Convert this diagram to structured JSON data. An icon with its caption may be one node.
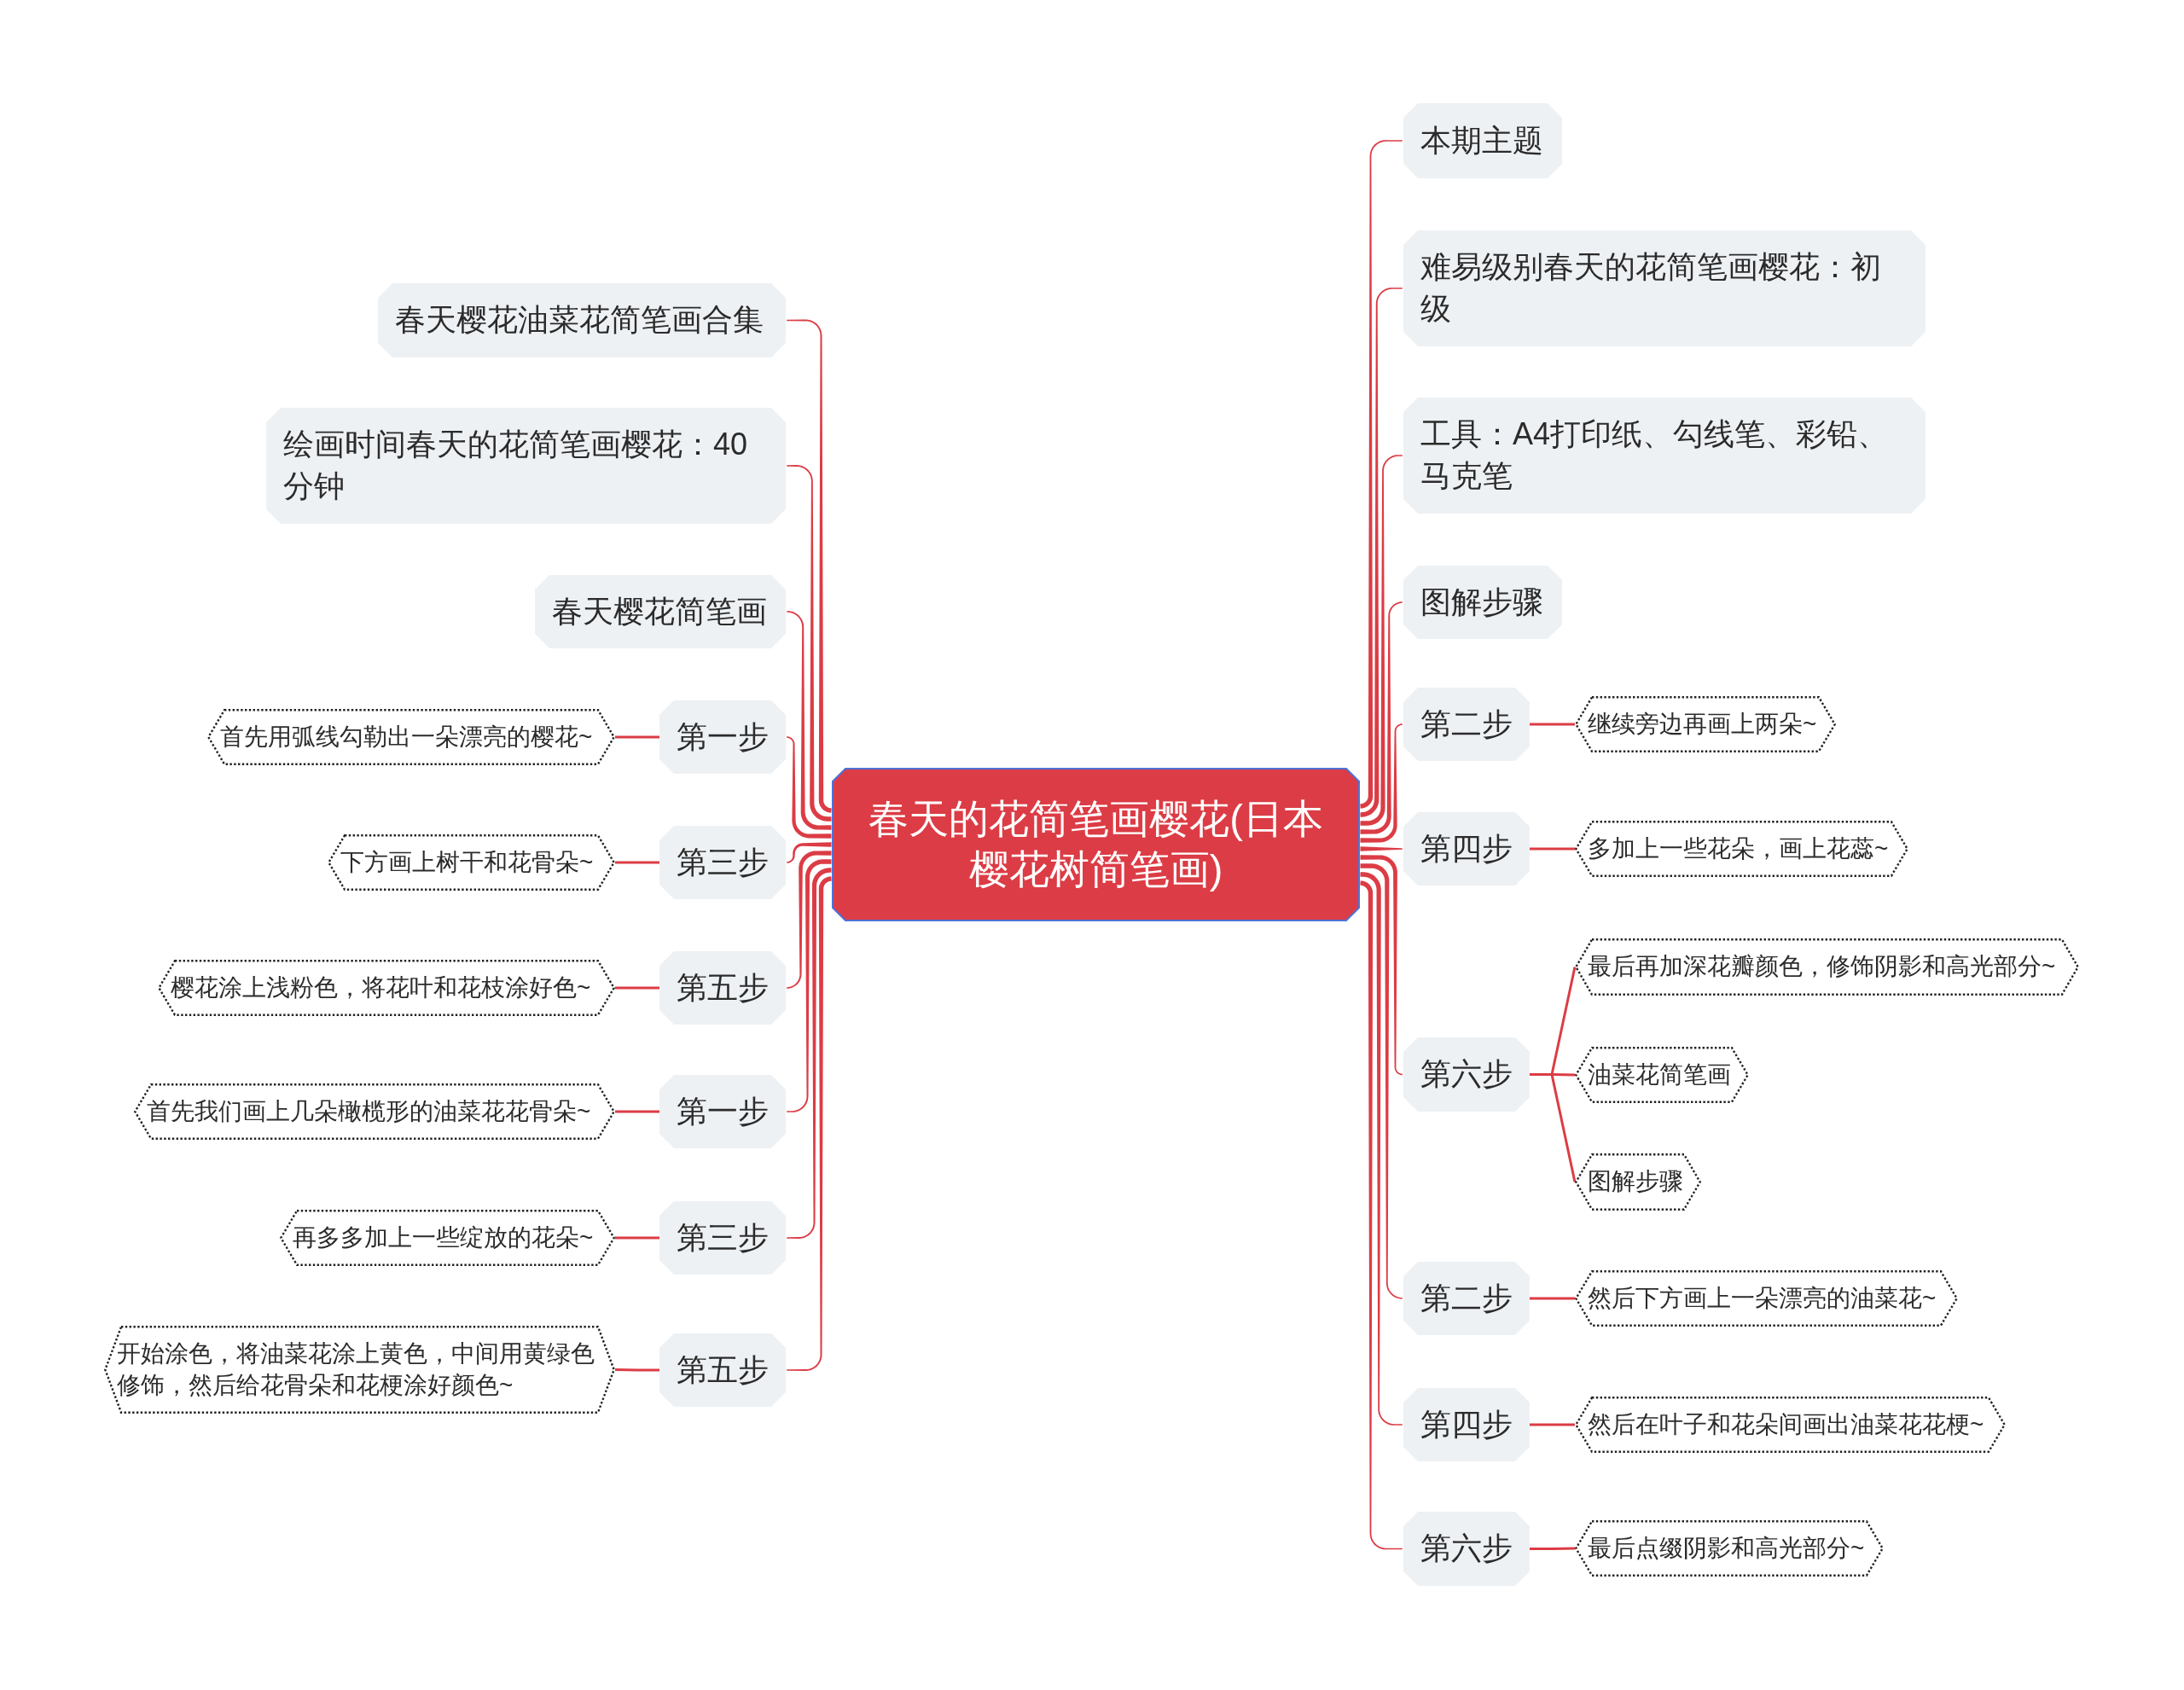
{
  "diagram": {
    "nodes": [
      {
        "text": [
          "春天的花简笔画樱花(日本樱花树简笔画)"
        ]
      },
      {
        "text": [
          "春天樱花油菜花简笔画合集"
        ]
      },
      {
        "text": [
          "绘画时间春天的花简笔画樱花：40分钟"
        ]
      },
      {
        "text": [
          "春天樱花简笔画"
        ]
      },
      {
        "text": [
          "第一步"
        ]
      },
      {
        "text": [
          "首先用弧线勾勒出一朵漂亮的樱花~"
        ]
      },
      {
        "text": [
          "第三步"
        ]
      },
      {
        "text": [
          "下方画上树干和花骨朵~"
        ]
      },
      {
        "text": [
          "第五步"
        ]
      },
      {
        "text": [
          "樱花涂上浅粉色，将花叶和花枝涂好色~"
        ]
      },
      {
        "text": [
          "第一步"
        ]
      },
      {
        "text": [
          "首先我们画上几朵橄榄形的油菜花花骨朵~"
        ]
      },
      {
        "text": [
          "第三步"
        ]
      },
      {
        "text": [
          "再多多加上一些绽放的花朵~"
        ]
      },
      {
        "text": [
          "第五步"
        ]
      },
      {
        "text": [
          "开始涂色，将油菜花涂上黄色，中间用黄绿色修饰，然后给花骨朵和花梗涂好颜色~"
        ]
      },
      {
        "text": [
          "本期主题"
        ]
      },
      {
        "text": [
          "难易级别春天的花简笔画樱花：初级"
        ]
      },
      {
        "text": [
          "工具：A4打印纸、勾线笔、彩铅、马克笔"
        ]
      },
      {
        "text": [
          "图解步骤"
        ]
      },
      {
        "text": [
          "第二步"
        ]
      },
      {
        "text": [
          "继续旁边再画上两朵~"
        ]
      },
      {
        "text": [
          "第四步"
        ]
      },
      {
        "text": [
          "多加上一些花朵，画上花蕊~"
        ]
      },
      {
        "text": [
          "第六步"
        ]
      },
      {
        "text": [
          "最后再加深花瓣颜色，修饰阴影和高光部分~"
        ]
      },
      {
        "text": [
          "油菜花简笔画"
        ]
      },
      {
        "text": [
          "图解步骤"
        ]
      },
      {
        "text": [
          "第二步"
        ]
      },
      {
        "text": [
          "然后下方画上一朵漂亮的油菜花~"
        ]
      },
      {
        "text": [
          "第四步"
        ]
      },
      {
        "text": [
          "然后在叶子和花朵间画出油菜花花梗~"
        ]
      },
      {
        "text": [
          "第六步"
        ]
      },
      {
        "text": [
          "最后点缀阴影和高光部分~"
        ]
      }
    ],
    "edges": [
      {
        "from": 0,
        "to": 1,
        "arrow": "none",
        "style": "thick"
      },
      {
        "from": 0,
        "to": 2,
        "arrow": "none",
        "style": "thick"
      },
      {
        "from": 0,
        "to": 3,
        "arrow": "none",
        "style": "thick"
      },
      {
        "from": 0,
        "to": 4,
        "arrow": "none",
        "style": "thick"
      },
      {
        "from": 0,
        "to": 6,
        "arrow": "none",
        "style": "thick"
      },
      {
        "from": 0,
        "to": 8,
        "arrow": "none",
        "style": "thick"
      },
      {
        "from": 0,
        "to": 10,
        "arrow": "none",
        "style": "thick"
      },
      {
        "from": 0,
        "to": 12,
        "arrow": "none",
        "style": "thick"
      },
      {
        "from": 0,
        "to": 14,
        "arrow": "none",
        "style": "thick"
      },
      {
        "from": 0,
        "to": 16,
        "arrow": "none",
        "style": "thick"
      },
      {
        "from": 0,
        "to": 17,
        "arrow": "none",
        "style": "thick"
      },
      {
        "from": 0,
        "to": 18,
        "arrow": "none",
        "style": "thick"
      },
      {
        "from": 0,
        "to": 19,
        "arrow": "none",
        "style": "thick"
      },
      {
        "from": 0,
        "to": 20,
        "arrow": "none",
        "style": "thick"
      },
      {
        "from": 0,
        "to": 22,
        "arrow": "none",
        "style": "thick"
      },
      {
        "from": 0,
        "to": 24,
        "arrow": "none",
        "style": "thick"
      },
      {
        "from": 0,
        "to": 28,
        "arrow": "none",
        "style": "thick"
      },
      {
        "from": 0,
        "to": 30,
        "arrow": "none",
        "style": "thick"
      },
      {
        "from": 0,
        "to": 32,
        "arrow": "none",
        "style": "thick"
      },
      {
        "from": 4,
        "to": 5,
        "arrow": "none"
      },
      {
        "from": 6,
        "to": 7,
        "arrow": "none"
      },
      {
        "from": 8,
        "to": 9,
        "arrow": "none"
      },
      {
        "from": 10,
        "to": 11,
        "arrow": "none"
      },
      {
        "from": 12,
        "to": 13,
        "arrow": "none"
      },
      {
        "from": 14,
        "to": 15,
        "arrow": "none"
      },
      {
        "from": 20,
        "to": 21,
        "arrow": "none"
      },
      {
        "from": 22,
        "to": 23,
        "arrow": "none"
      },
      {
        "from": 24,
        "to": 25,
        "arrow": "none"
      },
      {
        "from": 24,
        "to": 26,
        "arrow": "none"
      },
      {
        "from": 24,
        "to": 27,
        "arrow": "none"
      },
      {
        "from": 28,
        "to": 29,
        "arrow": "none"
      },
      {
        "from": 30,
        "to": 31,
        "arrow": "none"
      },
      {
        "from": 32,
        "to": 33,
        "arrow": "none"
      }
    ]
  }
}
